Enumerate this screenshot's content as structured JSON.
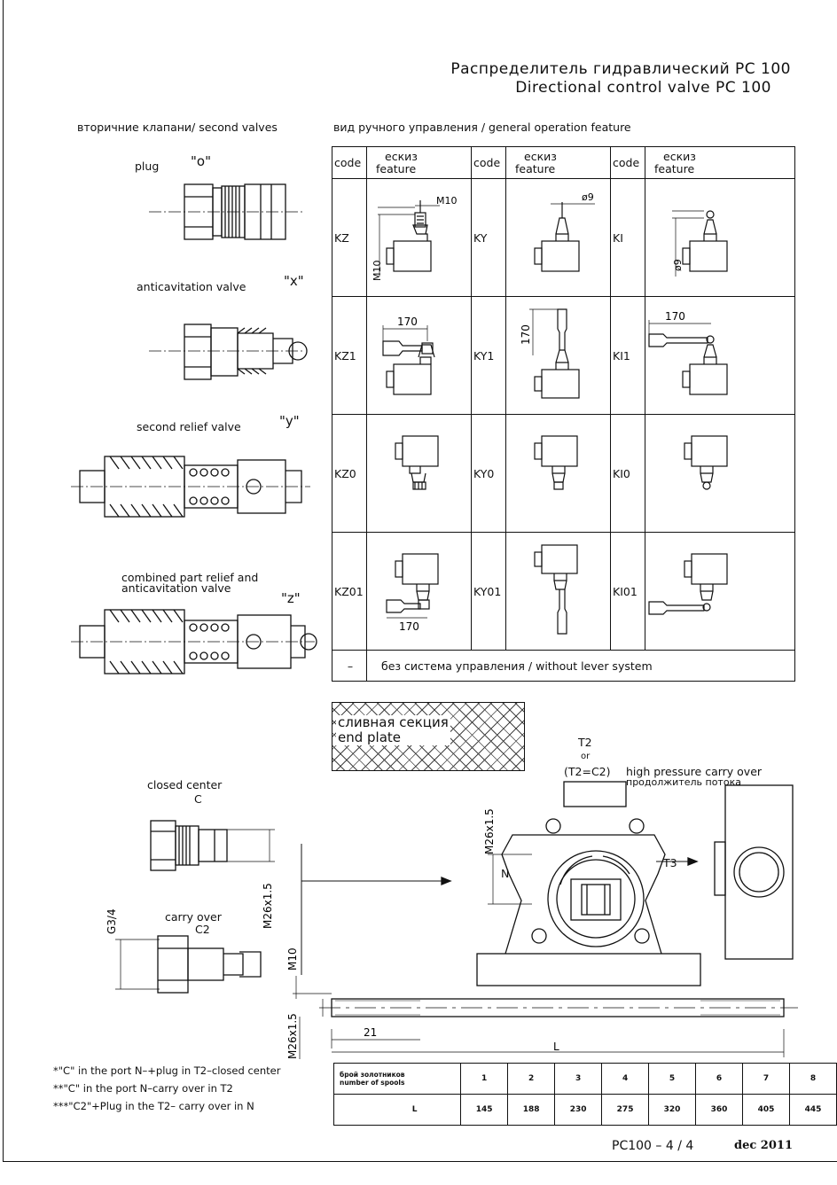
{
  "title": {
    "ru": "Распределитель гидравлический PC 100",
    "en": "Directional control valve PC 100"
  },
  "second_valves": {
    "heading": "вторичние клапани/ second valves",
    "items": [
      {
        "name": "plug",
        "code": "\"o\""
      },
      {
        "name": "anticavitation valve",
        "code": "\"x\""
      },
      {
        "name": "second relief valve",
        "code": "\"y\""
      },
      {
        "name_line1": "combined part relief and",
        "name_line2": "anticavitation valve",
        "code": "\"z\""
      }
    ]
  },
  "operation": {
    "heading": "вид ручного управления / general operation feature",
    "header_code": "code",
    "header_sketch_ru": "ескиз",
    "header_sketch_en": "feature",
    "rows": [
      [
        "KZ",
        "KY",
        "KI"
      ],
      [
        "KZ1",
        "KY1",
        "KI1"
      ],
      [
        "KZ0",
        "KY0",
        "KI0"
      ],
      [
        "KZ01",
        "KY01",
        "KI01"
      ]
    ],
    "no_lever_code": "–",
    "no_lever_text": "без система управления / without lever system",
    "dims": {
      "m10": "M10",
      "d9": "ø9",
      "len170": "170"
    }
  },
  "end_plate": {
    "ru": "сливная секция",
    "en": "end plate"
  },
  "ports": {
    "closed_center": "closed center",
    "closed_center_code": "C",
    "carry_over": "carry over",
    "carry_over_code": "C2",
    "t2": "T2",
    "or": "or",
    "t2c2": "(T2=C2)",
    "hp_en": "high pressure carry over",
    "hp_ru": "продолжитель потока",
    "t3": "T3",
    "n": "N",
    "m26": "M26x1.5",
    "g34": "G3/4",
    "m10": "M10",
    "dim21": "21",
    "dimL": "L"
  },
  "spools": {
    "label_ru": "брой золотников",
    "label_en": "number of spools",
    "counts": [
      "1",
      "2",
      "3",
      "4",
      "5",
      "6",
      "7",
      "8"
    ],
    "L_label": "L",
    "lengths": [
      "145",
      "188",
      "230",
      "275",
      "320",
      "360",
      "405",
      "445"
    ]
  },
  "notes": [
    "*\"C\" in the port N–+plug in T2–closed center",
    "**\"C\" in the port N–carry over in T2",
    "***\"C2\"+Plug in the T2– carry over in N"
  ],
  "footer": {
    "doc": "PC100 – 4 / 4",
    "date": "dec 2011"
  }
}
